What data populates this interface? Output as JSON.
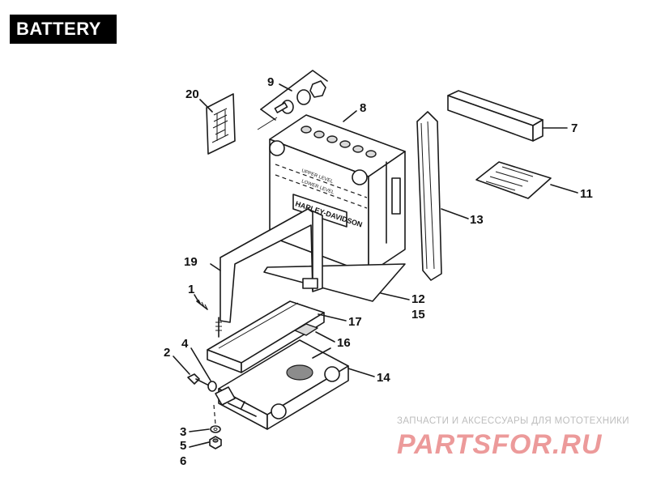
{
  "title": "BATTERY",
  "battery_marks": {
    "upper_level": "UPPER LEVEL",
    "lower_level": "LOWER LEVEL",
    "brand": "HARLEY-DAVIDSON"
  },
  "callouts": [
    {
      "id": "1",
      "label": "1"
    },
    {
      "id": "2",
      "label": "2"
    },
    {
      "id": "3",
      "label": "3"
    },
    {
      "id": "4",
      "label": "4"
    },
    {
      "id": "5",
      "label": "5"
    },
    {
      "id": "6",
      "label": "6"
    },
    {
      "id": "7",
      "label": "7"
    },
    {
      "id": "8",
      "label": "8"
    },
    {
      "id": "9",
      "label": "9"
    },
    {
      "id": "11",
      "label": "11"
    },
    {
      "id": "12",
      "label": "12"
    },
    {
      "id": "13",
      "label": "13"
    },
    {
      "id": "14",
      "label": "14"
    },
    {
      "id": "15",
      "label": "15"
    },
    {
      "id": "16",
      "label": "16"
    },
    {
      "id": "17",
      "label": "17"
    },
    {
      "id": "19",
      "label": "19"
    },
    {
      "id": "20",
      "label": "20"
    }
  ],
  "watermark": {
    "tagline": "ЗАПЧАСТИ И АКСЕССУАРЫ ДЛЯ МОТОТЕХНИКИ",
    "logo": "PARTSFOR.RU"
  }
}
